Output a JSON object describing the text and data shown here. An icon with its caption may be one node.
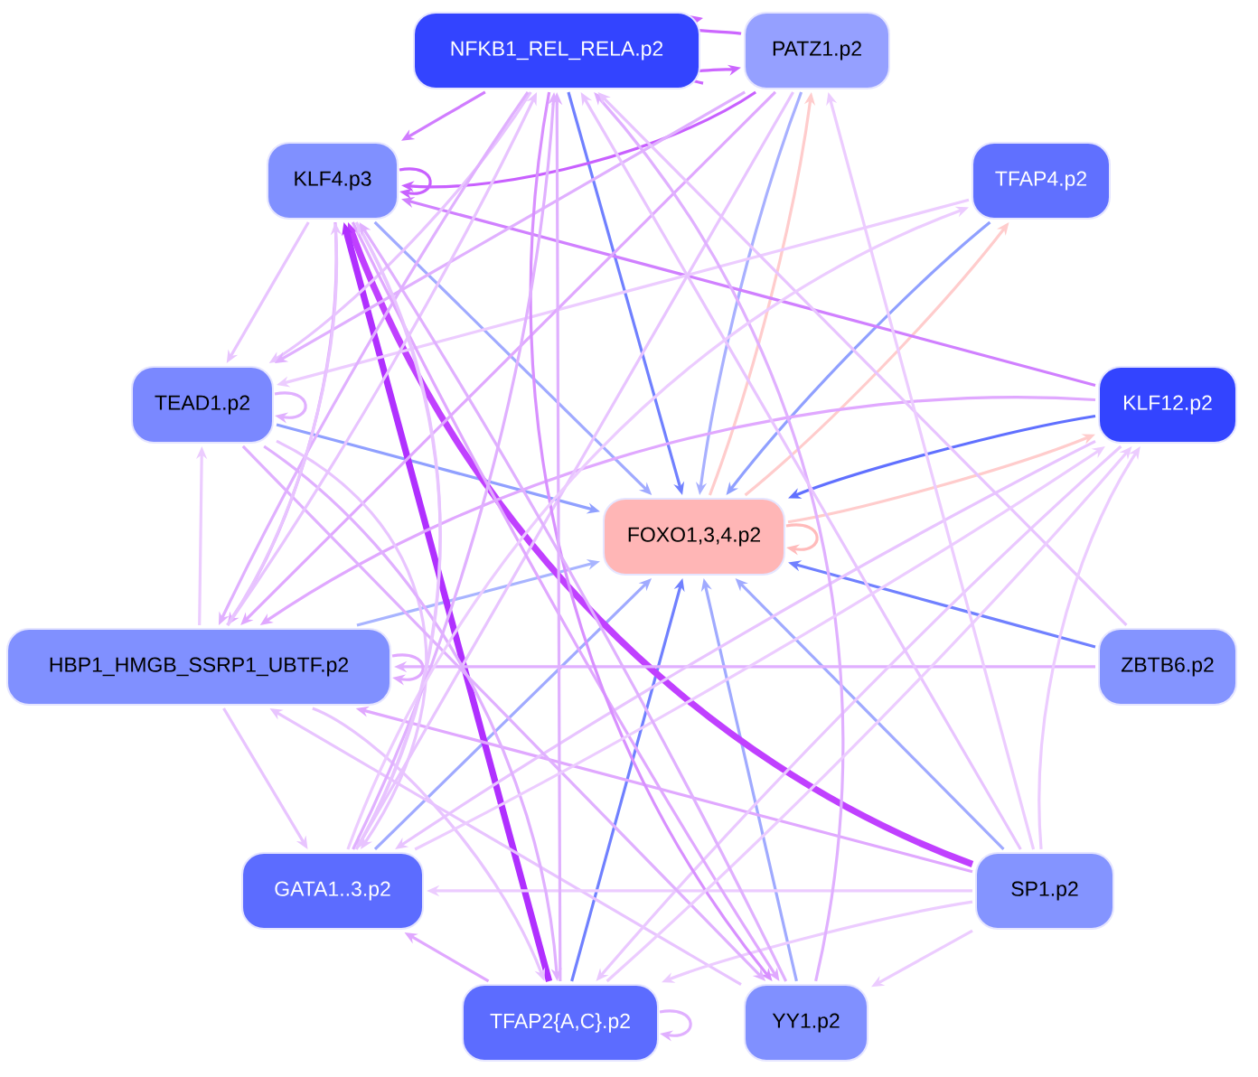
{
  "diagram": {
    "nodes": [
      {
        "text": [
          "NFKB1_REL_RELA.p2"
        ]
      },
      {
        "text": [
          "PATZ1.p2"
        ]
      },
      {
        "text": [
          "KLF4.p3"
        ]
      },
      {
        "text": [
          "TFAP4.p2"
        ]
      },
      {
        "text": [
          "TEAD1.p2"
        ]
      },
      {
        "text": [
          "KLF12.p2"
        ]
      },
      {
        "text": [
          "FOXO1,3,4.p2"
        ]
      },
      {
        "text": [
          "HBP1_HMGB_SSRP1_UBTF.p2"
        ]
      },
      {
        "text": [
          "ZBTB6.p2"
        ]
      },
      {
        "text": [
          "GATA1..3.p2"
        ]
      },
      {
        "text": [
          "SP1.p2"
        ]
      },
      {
        "text": [
          "TFAP2{A,C}.p2"
        ]
      },
      {
        "text": [
          "YY1.p2"
        ]
      }
    ],
    "edges": [
      {
        "from": 0,
        "to": 6,
        "arrow": "to",
        "color": "#7080ff"
      },
      {
        "from": 1,
        "to": 6,
        "arrow": "to",
        "color": "#a8b0ff"
      },
      {
        "from": 6,
        "to": 1,
        "arrow": "to",
        "color": "#ffcccc"
      },
      {
        "from": 3,
        "to": 6,
        "arrow": "to",
        "color": "#90a0ff"
      },
      {
        "from": 6,
        "to": 3,
        "arrow": "to",
        "color": "#ffcccc"
      },
      {
        "from": 5,
        "to": 6,
        "arrow": "to",
        "color": "#6070ff"
      },
      {
        "from": 6,
        "to": 5,
        "arrow": "to",
        "color": "#ffcccc"
      },
      {
        "from": 2,
        "to": 6,
        "arrow": "to",
        "color": "#a0aaff"
      },
      {
        "from": 4,
        "to": 6,
        "arrow": "to",
        "color": "#90a0ff"
      },
      {
        "from": 7,
        "to": 6,
        "arrow": "to",
        "color": "#a8b4ff"
      },
      {
        "from": 8,
        "to": 6,
        "arrow": "to",
        "color": "#7080ff"
      },
      {
        "from": 9,
        "to": 6,
        "arrow": "to",
        "color": "#a0aaff"
      },
      {
        "from": 11,
        "to": 6,
        "arrow": "to",
        "color": "#7080ff"
      },
      {
        "from": 12,
        "to": 6,
        "arrow": "to",
        "color": "#a0aaff"
      },
      {
        "from": 10,
        "to": 6,
        "arrow": "to",
        "color": "#a0aaff"
      },
      {
        "from": 6,
        "to": 6,
        "arrow": "to",
        "color": "#ffbbbb"
      },
      {
        "from": 0,
        "to": 1,
        "arrow": "to",
        "color": "#cc66ff"
      },
      {
        "from": 1,
        "to": 0,
        "arrow": "to",
        "color": "#cc66ff"
      },
      {
        "from": 0,
        "to": 2,
        "arrow": "to",
        "color": "#d07cff"
      },
      {
        "from": 1,
        "to": 2,
        "arrow": "to",
        "color": "#c860ff"
      },
      {
        "from": 2,
        "to": 2,
        "arrow": "to",
        "color": "#c860ff"
      },
      {
        "from": 5,
        "to": 2,
        "arrow": "to",
        "color": "#d080ff"
      },
      {
        "from": 10,
        "to": 2,
        "arrow": "to",
        "color": "#c040ff",
        "style": "thick"
      },
      {
        "from": 11,
        "to": 2,
        "arrow": "to",
        "color": "#b030ff",
        "style": "thick"
      },
      {
        "from": 2,
        "to": 4,
        "arrow": "to",
        "color": "#e8c4ff"
      },
      {
        "from": 0,
        "to": 4,
        "arrow": "to",
        "color": "#e8c4ff"
      },
      {
        "from": 1,
        "to": 4,
        "arrow": "to",
        "color": "#e0b0ff"
      },
      {
        "from": 3,
        "to": 4,
        "arrow": "to",
        "color": "#ecccff"
      },
      {
        "from": 4,
        "to": 4,
        "arrow": "to",
        "color": "#e0b0ff"
      },
      {
        "from": 7,
        "to": 4,
        "arrow": "to",
        "color": "#ecccff"
      },
      {
        "from": 2,
        "to": 7,
        "arrow": "to",
        "color": "#e0a8ff"
      },
      {
        "from": 0,
        "to": 7,
        "arrow": "to",
        "color": "#e0b0ff"
      },
      {
        "from": 1,
        "to": 7,
        "arrow": "to",
        "color": "#e0a8ff"
      },
      {
        "from": 5,
        "to": 7,
        "arrow": "to",
        "color": "#e0a8ff"
      },
      {
        "from": 8,
        "to": 7,
        "arrow": "to",
        "color": "#e0b0ff"
      },
      {
        "from": 7,
        "to": 7,
        "arrow": "to",
        "color": "#e0a8ff"
      },
      {
        "from": 10,
        "to": 7,
        "arrow": "to",
        "color": "#e0a8ff"
      },
      {
        "from": 12,
        "to": 7,
        "arrow": "to",
        "color": "#e8c4ff"
      },
      {
        "from": 2,
        "to": 9,
        "arrow": "to",
        "color": "#e8c4ff"
      },
      {
        "from": 4,
        "to": 9,
        "arrow": "to",
        "color": "#e8c4ff"
      },
      {
        "from": 7,
        "to": 9,
        "arrow": "to",
        "color": "#e8c4ff"
      },
      {
        "from": 1,
        "to": 9,
        "arrow": "to",
        "color": "#e8c4ff"
      },
      {
        "from": 5,
        "to": 9,
        "arrow": "to",
        "color": "#e8c4ff"
      },
      {
        "from": 10,
        "to": 9,
        "arrow": "to",
        "color": "#ecccff"
      },
      {
        "from": 11,
        "to": 9,
        "arrow": "to",
        "color": "#e0a8ff"
      },
      {
        "from": 7,
        "to": 11,
        "arrow": "to",
        "color": "#e8c4ff"
      },
      {
        "from": 5,
        "to": 11,
        "arrow": "to",
        "color": "#eac8ff"
      },
      {
        "from": 10,
        "to": 11,
        "arrow": "to",
        "color": "#ecccff"
      },
      {
        "from": 4,
        "to": 11,
        "arrow": "to",
        "color": "#e0b0ff"
      },
      {
        "from": 11,
        "to": 11,
        "arrow": "to",
        "color": "#e0b0ff"
      },
      {
        "from": 10,
        "to": 12,
        "arrow": "to",
        "color": "#ecccff"
      },
      {
        "from": 2,
        "to": 12,
        "arrow": "to",
        "color": "#e0a8ff"
      },
      {
        "from": 0,
        "to": 12,
        "arrow": "to",
        "color": "#d890ff"
      },
      {
        "from": 4,
        "to": 12,
        "arrow": "to",
        "color": "#e0b0ff"
      },
      {
        "from": 11,
        "to": 0,
        "arrow": "to",
        "color": "#e0b0ff"
      },
      {
        "from": 9,
        "to": 0,
        "arrow": "to",
        "color": "#e0b0ff"
      },
      {
        "from": 7,
        "to": 0,
        "arrow": "to",
        "color": "#e8c4ff"
      },
      {
        "from": 12,
        "to": 0,
        "arrow": "to",
        "color": "#e0b0ff"
      },
      {
        "from": 10,
        "to": 0,
        "arrow": "to",
        "color": "#e8c4ff"
      },
      {
        "from": 8,
        "to": 0,
        "arrow": "to",
        "color": "#e8c4ff"
      },
      {
        "from": 10,
        "to": 1,
        "arrow": "to",
        "color": "#ecccff"
      },
      {
        "from": 11,
        "to": 5,
        "arrow": "to",
        "color": "#ecccff"
      },
      {
        "from": 10,
        "to": 5,
        "arrow": "to",
        "color": "#ecccff"
      },
      {
        "from": 9,
        "to": 5,
        "arrow": "to",
        "color": "#ecccff"
      },
      {
        "from": 9,
        "to": 3,
        "arrow": "to",
        "color": "#ecccff"
      },
      {
        "from": 9,
        "to": 2,
        "arrow": "to",
        "color": "#e8c4ff"
      },
      {
        "from": 7,
        "to": 2,
        "arrow": "to",
        "color": "#e8c4ff"
      },
      {
        "from": 12,
        "to": 2,
        "arrow": "to",
        "color": "#e0b0ff"
      }
    ]
  }
}
